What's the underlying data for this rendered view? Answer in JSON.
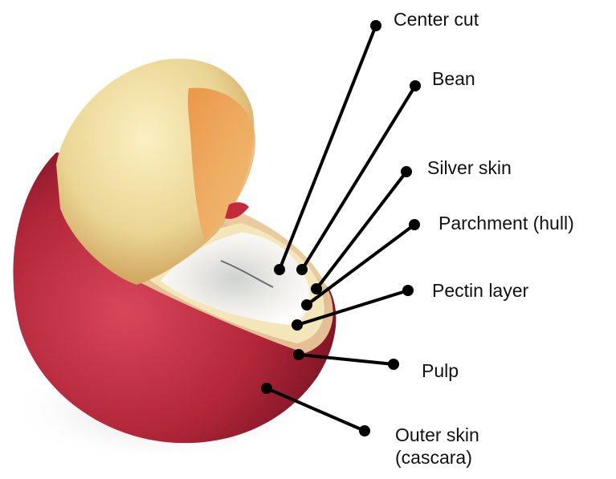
{
  "labels": {
    "center_cut": "Center cut",
    "bean": "Bean",
    "silver_skin": "Silver skin",
    "parchment": "Parchment (hull)",
    "pectin_layer": "Pectin layer",
    "pulp": "Pulp",
    "outer_skin_line1": "Outer skin",
    "outer_skin_line2": "(cascara)"
  },
  "colors": {
    "skin": "#b3273a",
    "skin_dark": "#7e1424",
    "pulp": "#e9c79a",
    "bean": "#eedc9f",
    "center": "#f2f0ec",
    "line": "#000000"
  }
}
